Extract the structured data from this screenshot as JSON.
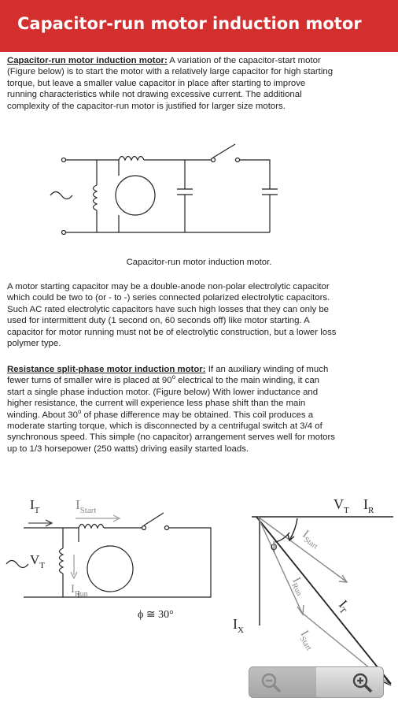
{
  "header": {
    "title": "Capacitor-run motor induction motor"
  },
  "section1": {
    "lead": "Capacitor-run motor induction motor:",
    "text": " A variation of the capacitor-start motor (Figure below) is to start the motor with a relatively large capacitor for high starting torque, but leave a smaller value capacitor in place after starting to improve running characteristics while not drawing excessive current. The additional complexity of the capacitor-run motor is justified for larger size motors."
  },
  "figure1": {
    "caption": "Capacitor-run motor induction motor."
  },
  "section2": {
    "text": "A motor starting capacitor may be a double-anode non-polar electrolytic capacitor which could be two to (or - to -) series connected polarized electrolytic capacitors. Such AC rated electrolytic capacitors have such high losses that they can only be used for intermittent duty (1 second on, 60 seconds off) like motor starting. A capacitor for motor running must not be of electrolytic construction, but a lower loss polymer type."
  },
  "section3": {
    "lead": "Resistance split-phase motor induction motor:",
    "text_a": " If an auxiliary winding of much fewer turns of smaller wire is placed at 90",
    "deg": "o",
    "text_b": " electrical to the main winding, it can start a single phase induction motor. (Figure below) With lower inductance and higher resistance, the current will experience less phase shift than the main winding. About 30",
    "text_c": " of phase difference may be obtained. This coil produces a moderate starting torque, which is disconnected by a centrifugal switch at 3/4 of synchronous speed. This simple (no capacitor) arrangement serves well for motors up to 1/3 horsepower (250 watts) driving easily started loads."
  },
  "figure2": {
    "label_it": "I",
    "sub_t": "T",
    "label_istart": "I",
    "sub_start": "Start",
    "label_vt": "V",
    "label_irun": "I",
    "sub_run": "Run",
    "phi_eq": "ϕ ≅ 30°"
  },
  "figure3": {
    "label_vt": "V",
    "sub_t": "T",
    "label_ir": "I",
    "sub_r": "R",
    "label_ix": "I",
    "sub_x": "X",
    "label_phi": "ϕ",
    "label_istart": "I",
    "sub_start": "Start",
    "label_irun": "I",
    "sub_run": "Run",
    "label_it": "I"
  },
  "zoom": {
    "out_icon": "zoom-out-icon",
    "in_icon": "zoom-in-icon"
  }
}
